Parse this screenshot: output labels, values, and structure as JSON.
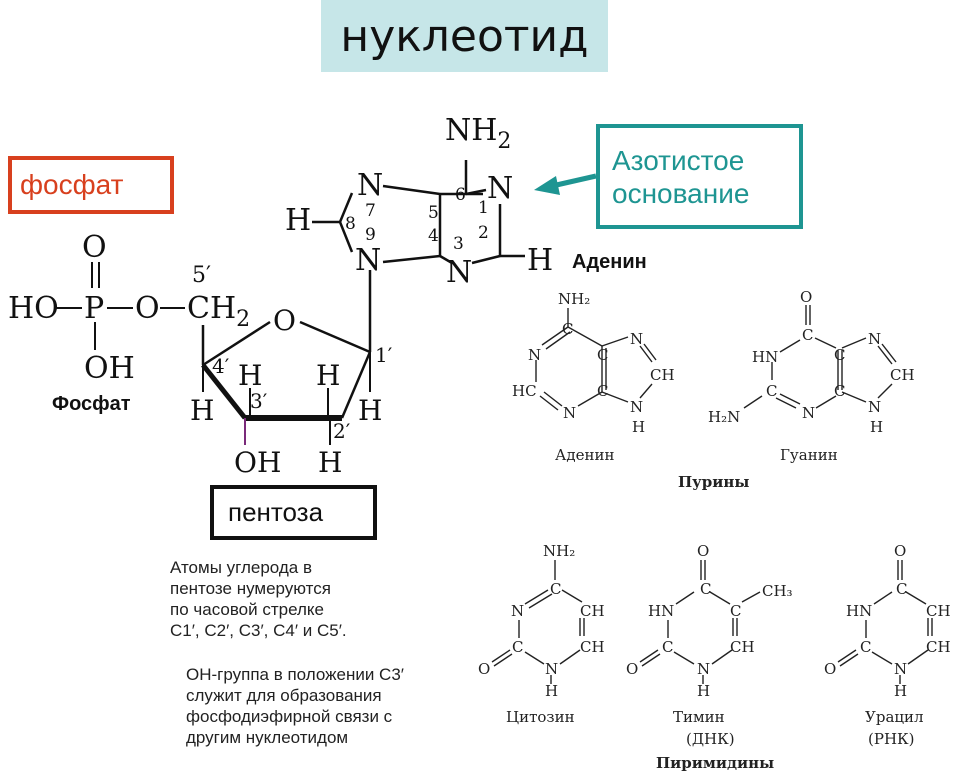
{
  "title": "нуклеотид",
  "colors": {
    "title_bg": "#c6e6e8",
    "phosphate": "#d8401e",
    "base": "#1e9592",
    "ink": "#111111"
  },
  "labels": {
    "phosphate_box": "фосфат",
    "base_box_line1": "Азотистое",
    "base_box_line2": "основание",
    "pentose_box": "пентоза",
    "phosphate_caption": "Фосфат",
    "adenine_caption": "Аденин"
  },
  "main_structure": {
    "phosphate": {
      "O_top": "O",
      "HO_left": "HO",
      "P": "P",
      "O_bridge": "O",
      "OH_bottom": "OH"
    },
    "sugar": {
      "CH": "CH",
      "CH_sub": "2",
      "ring_O": "O",
      "C5p": "5′",
      "C4p": "4′",
      "C3p": "3′",
      "C2p": "2′",
      "C1p": "1′",
      "H": "H",
      "OH3": "OH"
    },
    "adenine": {
      "NH": "NH",
      "NH_sub": "2",
      "N": "N",
      "H": "H",
      "numbers": [
        "1",
        "2",
        "3",
        "4",
        "5",
        "6",
        "7",
        "8",
        "9"
      ]
    }
  },
  "purines": {
    "group_label": "Пурины",
    "adenine": {
      "name": "Аденин",
      "NH2": "NH₂",
      "N": "N",
      "C": "C",
      "HC": "HC",
      "CH": "CH",
      "H": "H"
    },
    "guanine": {
      "name": "Гуанин",
      "O": "O",
      "HN": "HN",
      "N": "N",
      "C": "C",
      "CH": "CH",
      "H2N": "H₂N",
      "H": "H"
    }
  },
  "pyrimidines": {
    "group_label": "Пиримидины",
    "cytosine": {
      "name": "Цитозин",
      "NH2": "NH₂",
      "N": "N",
      "C": "C",
      "CH": "CH",
      "O": "O",
      "H": "H"
    },
    "thymine": {
      "name": "Тимин",
      "sub": "(ДНК)",
      "O": "O",
      "HN": "HN",
      "C": "C",
      "CH3": "CH₃",
      "CH": "CH",
      "N": "N",
      "H": "H"
    },
    "uracil": {
      "name": "Урацил",
      "sub": "(РНК)",
      "O": "O",
      "HN": "HN",
      "C": "C",
      "CH": "CH",
      "N": "N",
      "H": "H"
    }
  },
  "notes": {
    "carbon_numbering": "Атомы углерода в\nпентозе нумеруются\nпо часовой стрелке\nC1′, C2′, C3′, C4′ и C5′.",
    "oh_group": "ОН-группа в положении С3′\nслужит для образования\nфосфодиэфирной связи с\nдругим нуклеотидом"
  }
}
